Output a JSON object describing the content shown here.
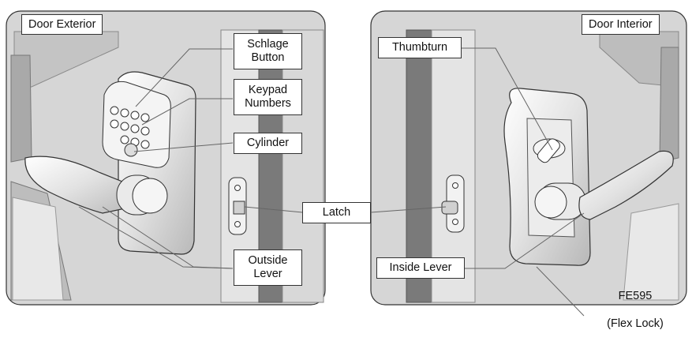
{
  "panels": {
    "exterior": {
      "title": "Door Exterior"
    },
    "interior": {
      "title": "Door Interior"
    }
  },
  "callouts": {
    "schlage_button": "Schlage\nButton",
    "keypad_numbers": "Keypad\nNumbers",
    "cylinder": "Cylinder",
    "latch": "Latch",
    "outside_lever": "Outside\nLever",
    "thumbturn": "Thumbturn",
    "inside_lever": "Inside Lever"
  },
  "model": {
    "name": "FE595",
    "variant": "(Flex Lock)"
  },
  "colors": {
    "door": "#d9d9d9",
    "door_dark": "#8c8c8c",
    "frame": "#7d7d7d",
    "panel_edge": "#b8b8b8",
    "hardware": "#ececec",
    "outline": "#333333"
  }
}
